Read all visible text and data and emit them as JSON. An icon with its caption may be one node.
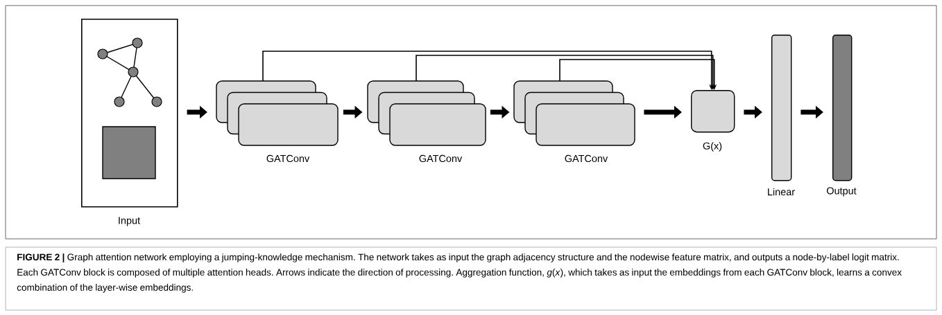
{
  "diagram": {
    "caption": "**FIGURE 2 |** Graph attention network employing a jumping-knowledge mechanism. The network takes as input the graph adjacency structure and the nodewise feature matrix, and outputs a node-by-label logit matrix. Each GATConv block is composed of multiple attention heads. Arrows indicate the direction of processing. Aggregation function, *g*(*x*), which takes as input the embeddings from each GATConv block, learns a convex combination of the layer-wise embeddings.",
    "nodes": [
      {
        "text": [
          "Input"
        ]
      },
      {
        "text": [
          "GATConv"
        ]
      },
      {
        "text": [
          "GATConv"
        ]
      },
      {
        "text": [
          "GATConv"
        ]
      },
      {
        "text": [
          "G(x)"
        ]
      },
      {
        "text": [
          "Linear"
        ]
      },
      {
        "text": [
          "Output"
        ]
      }
    ],
    "edges": [
      {
        "from": 0,
        "to": 1,
        "arrow": "to"
      },
      {
        "from": 1,
        "to": 2,
        "arrow": "to"
      },
      {
        "from": 2,
        "to": 3,
        "arrow": "to"
      },
      {
        "from": 3,
        "to": 4,
        "arrow": "to"
      },
      {
        "from": 4,
        "to": 5,
        "arrow": "to"
      },
      {
        "from": 5,
        "to": 6,
        "arrow": "to"
      },
      {
        "from": 1,
        "to": 4,
        "arrow": "to"
      },
      {
        "from": 2,
        "to": 4,
        "arrow": "to"
      },
      {
        "from": 3,
        "to": 4,
        "arrow": "to"
      }
    ]
  }
}
